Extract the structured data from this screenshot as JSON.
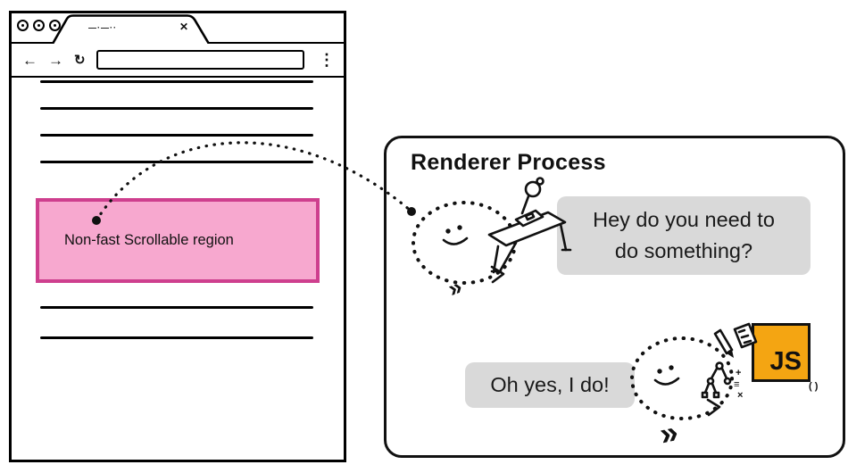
{
  "browser": {
    "tab": {
      "title_squiggle": "—·—··",
      "close_icon": "✕"
    },
    "toolbar": {
      "back_icon": "←",
      "forward_icon": "→",
      "reload_icon": "↻",
      "menu_icon": "⋮"
    },
    "page": {
      "scroll_region_label": "Non-fast Scrollable region"
    }
  },
  "renderer": {
    "title": "Renderer Process",
    "bubble_question": {
      "line1": "Hey do you need to",
      "line2": "do something?"
    },
    "bubble_answer": "Oh yes, I do!",
    "js_badge_label": "JS",
    "chevrons_small": "»",
    "chevrons_large": "»",
    "parens_doodle": "( )"
  },
  "colors": {
    "ink": "#111111",
    "pink_fill": "#F7A8CF",
    "pink_border": "#CE3F8E",
    "bubble_gray": "#D9D9D9",
    "js_yellow": "#F4A512"
  }
}
